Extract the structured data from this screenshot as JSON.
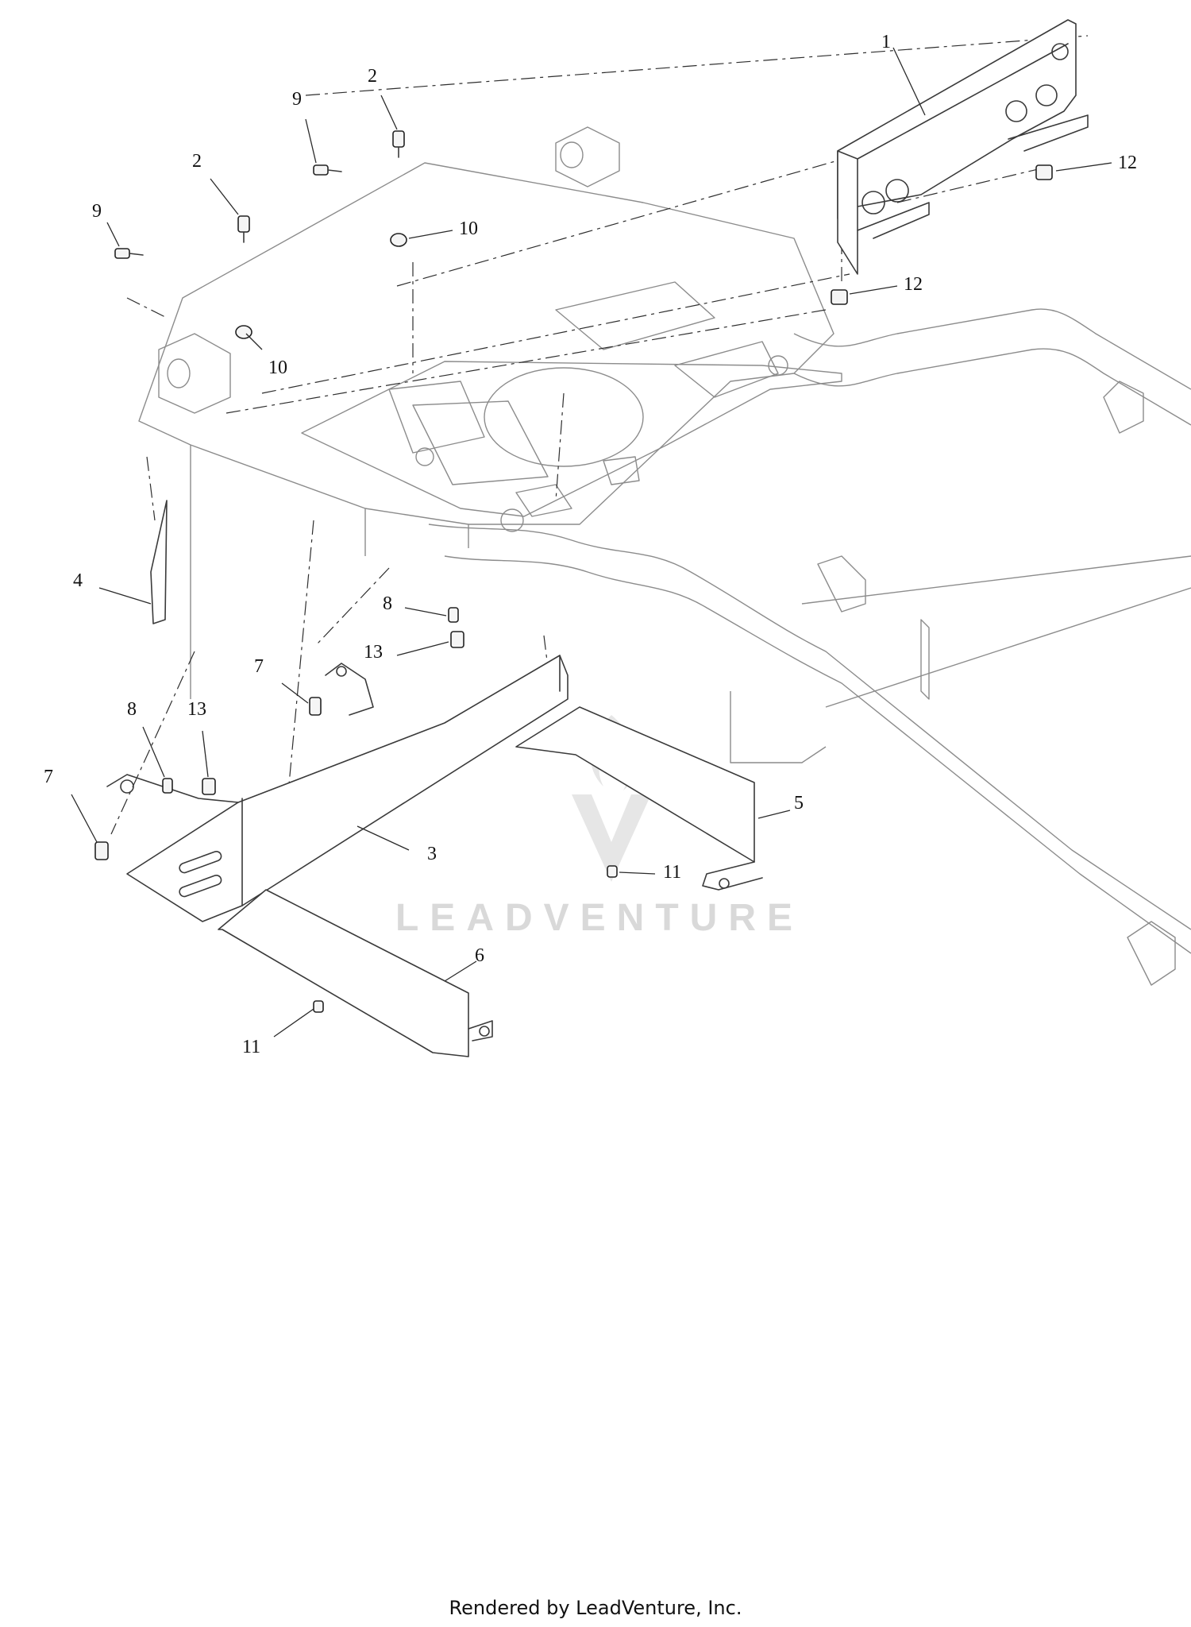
{
  "diagram": {
    "callouts": [
      "1",
      "2",
      "2",
      "9",
      "9",
      "10",
      "10",
      "12",
      "12",
      "4",
      "8",
      "13",
      "7",
      "8",
      "13",
      "7",
      "3",
      "5",
      "11",
      "6",
      "11"
    ]
  },
  "watermark": {
    "text": "LEADVENTURE",
    "icon": "flame-v-logo-icon"
  },
  "footer": {
    "text": "Rendered by LeadVenture, Inc."
  }
}
